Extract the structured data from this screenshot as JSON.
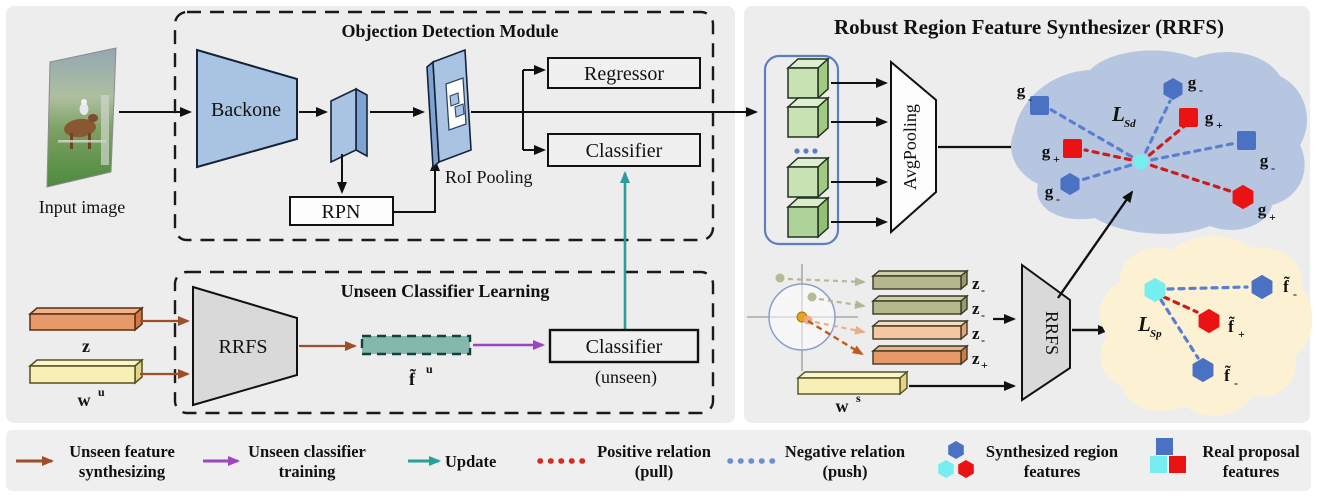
{
  "titles": {
    "detection_module": "Objection Detection Module",
    "unseen_learning": "Unseen Classifier Learning",
    "synthesizer": "Robust Region Feature Synthesizer (RRFS)"
  },
  "detection": {
    "input_image": "Input image",
    "backbone": "Backone",
    "rpn": "RPN",
    "roi_pooling": "RoI Pooling",
    "regressor": "Regressor",
    "classifier": "Classifier"
  },
  "unseen": {
    "z": "z",
    "w_main": "w",
    "w_sup": "u",
    "rrfs": "RRFS",
    "f_main": "f̃",
    "f_sup": "u",
    "classifier": "Classifier",
    "note": "(unseen)"
  },
  "synth": {
    "avg_pooling": "AvgPooling",
    "rrfs": "RRFS",
    "loss_sd": {
      "main": "L",
      "sub": "Sd"
    },
    "loss_sp": {
      "main": "L",
      "sub": "Sp"
    },
    "ws": {
      "main": "w",
      "sup": "s"
    },
    "zbars": [
      {
        "main": "z",
        "sub": "-"
      },
      {
        "main": "z",
        "sub": "-"
      },
      {
        "main": "z",
        "sub": "-"
      },
      {
        "main": "z",
        "sub": "+"
      }
    ],
    "g_points": [
      {
        "main": "g",
        "sub": "-"
      },
      {
        "main": "g",
        "sub": "+"
      },
      {
        "main": "g",
        "sub": "-"
      },
      {
        "main": "g",
        "sub": "-"
      },
      {
        "main": "g",
        "sub": "+"
      },
      {
        "main": "g",
        "sub": "-"
      },
      {
        "main": "g",
        "sub": "+"
      }
    ],
    "f_points": [
      {
        "main": "f̃",
        "sub": "-"
      },
      {
        "main": "f̃",
        "sub": "+"
      },
      {
        "main": "f̃",
        "sub": "-"
      }
    ]
  },
  "legend": {
    "items": [
      {
        "line1": "Unseen feature",
        "line2": "synthesizing"
      },
      {
        "line1": "Unseen classifier",
        "line2": "training"
      },
      {
        "line1": "Update",
        "line2": ""
      },
      {
        "line1": "Positive relation",
        "line2": "(pull)"
      },
      {
        "line1": "Negative relation",
        "line2": "(push)"
      },
      {
        "line1": "Synthesized region",
        "line2": "features"
      },
      {
        "line1": "Real proposal",
        "line2": "features"
      }
    ]
  },
  "colors": {
    "panel_bg": "#ededed",
    "module_blue": "#a9c4e3",
    "cube_green": "#c9e2b4",
    "bar_orange": "#e8996a",
    "bar_yellow": "#f7efb5",
    "bar_teal": "#85b8ad",
    "bar_olive": "#b5b78d",
    "bar_peach": "#f4c6a1",
    "blob_blue": "#b6c5e0",
    "blob_yellow": "#fcf1d2",
    "point_blue": "#4a71c2",
    "point_red": "#ea1212",
    "point_cyan": "#76eef0",
    "arrow_brown": "#9e4f2a",
    "arrow_purple": "#9b45c0",
    "arrow_teal": "#2a9e98",
    "relation_pull": "#cc1c1c",
    "relation_push": "#5b7fd0"
  }
}
